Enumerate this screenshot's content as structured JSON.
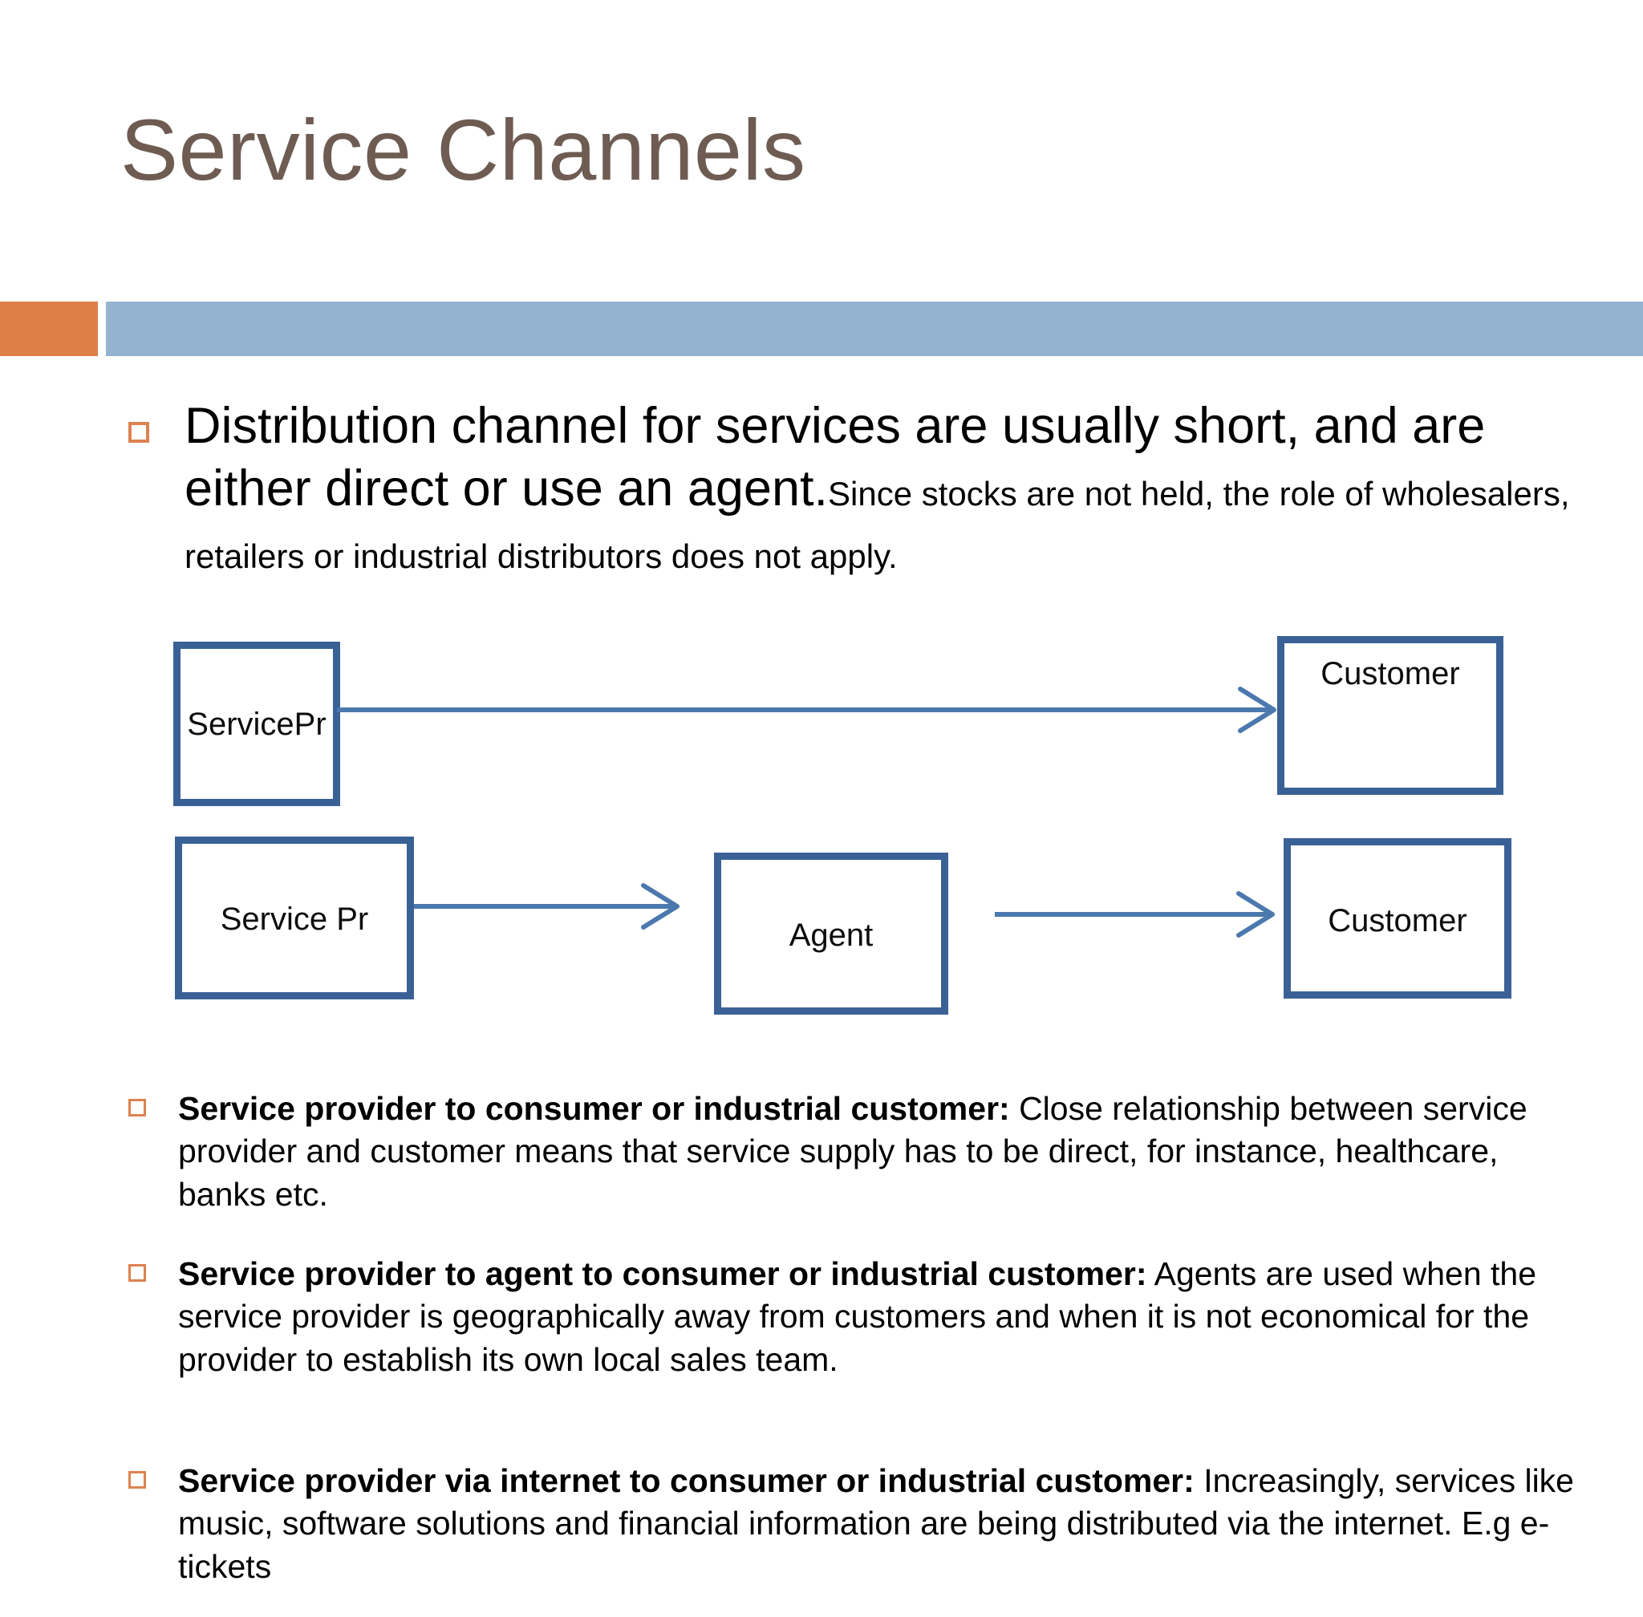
{
  "slide": {
    "title": "Service Channels",
    "title_color": "#6E5C52",
    "accent_color": "#DF7F48",
    "band_color": "#94B3D1",
    "bullet_marker_color": "#DD8250",
    "diagram_border_color": "#3A6196",
    "arrow_color": "#4B79AE"
  },
  "bullets": {
    "lead": {
      "emphasis": "Distribution channel for services are usually short, and are either direct or use an agent.",
      "detail": "Since stocks are not held, the role of wholesalers, retailers or industrial distributors does not apply."
    },
    "items": [
      {
        "heading": "Service provider to consumer or industrial customer:",
        "body": " Close relationship between service provider and customer means that service supply has to be direct, for instance, healthcare, banks etc."
      },
      {
        "heading": "Service provider to agent to consumer or industrial customer:",
        "body": " Agents are used when the service provider is geographically away from customers and when it is not economical for the provider to establish its own local sales team."
      },
      {
        "heading": "Service provider via internet to consumer or industrial customer:",
        "body": " Increasingly, services like music, software solutions and financial information are being distributed via the internet. E.g e-tickets"
      }
    ]
  },
  "diagram": {
    "nodes": {
      "service_pr_1": "ServicePr",
      "customer_1": "Customer",
      "service_pr_2": "Service Pr",
      "agent": "Agent",
      "customer_2": "Customer"
    },
    "flows": [
      "ServicePr → Customer",
      "Service Pr → Agent",
      "Agent → Customer"
    ]
  }
}
